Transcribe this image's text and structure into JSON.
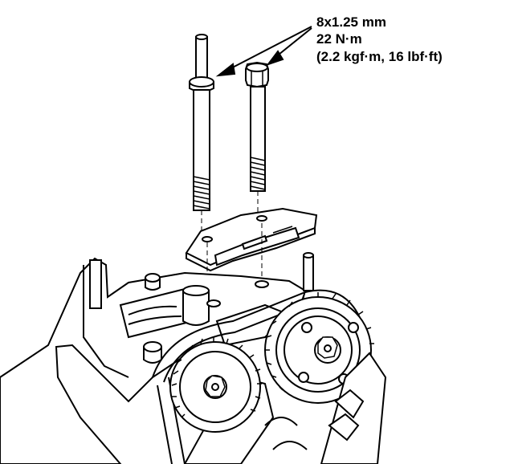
{
  "callout": {
    "line1": "8x1.25 mm",
    "line2": "22 N·m",
    "line3": "(2.2 kgf·m, 16 lbf·ft)"
  },
  "style": {
    "ink": "#000000",
    "paper": "#ffffff"
  }
}
